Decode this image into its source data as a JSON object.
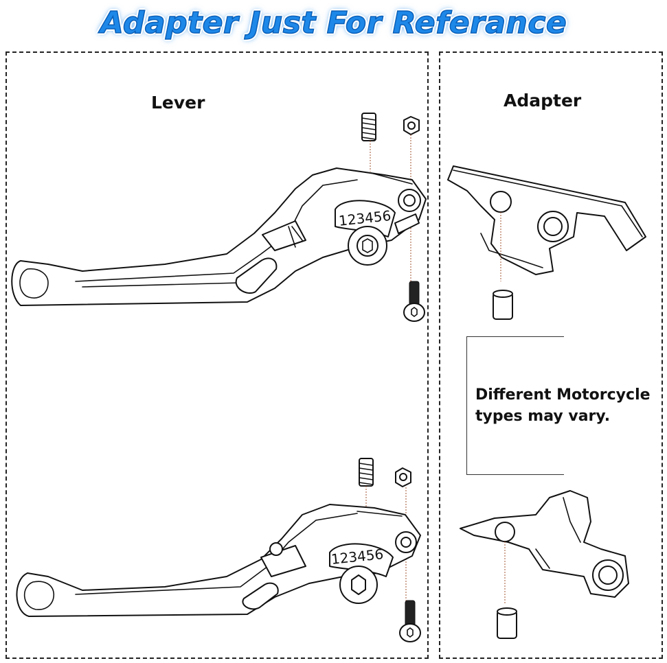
{
  "title": "Adapter Just For Referance",
  "panels": {
    "lever": {
      "heading": "Lever",
      "scale_numbers_top": "123456",
      "scale_numbers_bottom": "123456"
    },
    "adapter": {
      "heading": "Adapter",
      "note_line1": "Different Motorcycle",
      "note_line2": "types may vary."
    }
  },
  "colors": {
    "title_blue": "#1e88e8",
    "axis_line": "#a0522d"
  }
}
